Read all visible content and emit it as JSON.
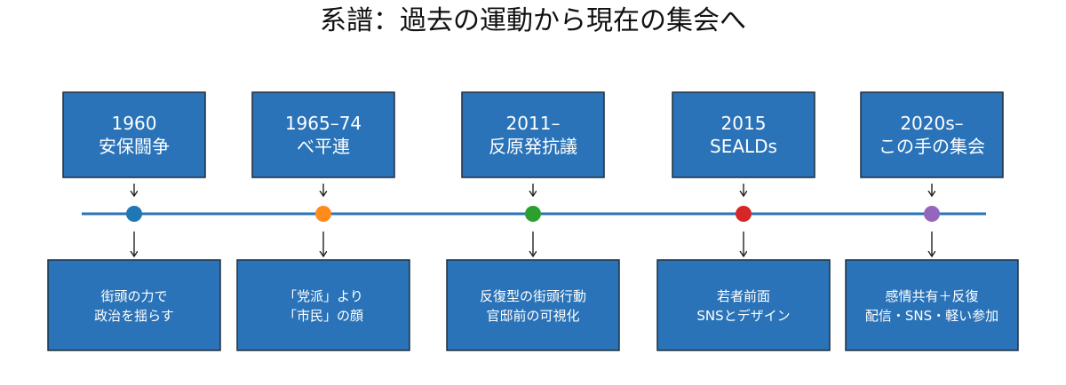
{
  "title": "系譜：過去の運動から現在の集会へ",
  "colors": {
    "box_fill": "#2a73b8",
    "box_stroke": "#1f2f3f",
    "timeline": "#2a73b8",
    "arrow": "#222222"
  },
  "milestones": [
    {
      "era_lines": [
        "1960",
        "安保闘争"
      ],
      "desc_lines": [
        "街頭の力で",
        "政治を揺らす"
      ],
      "dot_color": "#1f77b4"
    },
    {
      "era_lines": [
        "1965–74",
        "べ平連"
      ],
      "desc_lines": [
        "「党派」より",
        "「市民」の顔"
      ],
      "dot_color": "#ff8c1a"
    },
    {
      "era_lines": [
        "2011–",
        "反原発抗議"
      ],
      "desc_lines": [
        "反復型の街頭行動",
        "官邸前の可視化"
      ],
      "dot_color": "#2ca02c"
    },
    {
      "era_lines": [
        "2015",
        "SEALDs"
      ],
      "desc_lines": [
        "若者前面",
        "SNSとデザイン"
      ],
      "dot_color": "#d62728"
    },
    {
      "era_lines": [
        "2020s–",
        "この手の集会"
      ],
      "desc_lines": [
        "感情共有＋反復",
        "配信・SNS・軽い参加"
      ],
      "dot_color": "#9467bd"
    }
  ]
}
